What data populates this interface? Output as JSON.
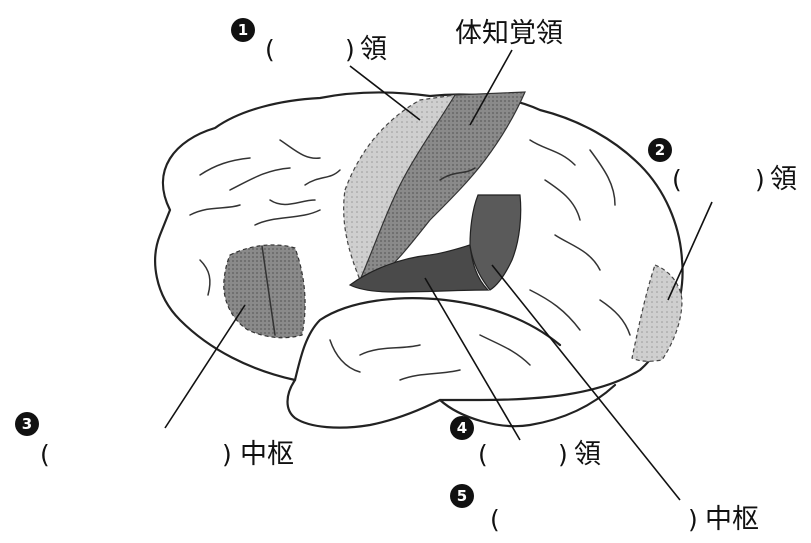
{
  "labels": {
    "somatosensory": "体知覚領",
    "label1": {
      "num": "1",
      "open": "(",
      "close": ")",
      "suffix": "領"
    },
    "label2": {
      "num": "2",
      "open": "(",
      "close": ")",
      "suffix": "領"
    },
    "label3": {
      "num": "3",
      "open": "(",
      "close": ")",
      "suffix": "中枢"
    },
    "label4": {
      "num": "4",
      "open": "(",
      "close": ")",
      "suffix": "領"
    },
    "label5": {
      "num": "5",
      "open": "(",
      "close": ")",
      "suffix": "中枢"
    }
  },
  "colors": {
    "motor_area": "#cfcfcf",
    "somatosensory_area": "#8e8e8e",
    "auditory_area": "#4a4a4a",
    "sensory_speech_area": "#5a5a5a",
    "motor_speech_area": "#8a8a8a",
    "visual_area": "#d8d8d8"
  }
}
